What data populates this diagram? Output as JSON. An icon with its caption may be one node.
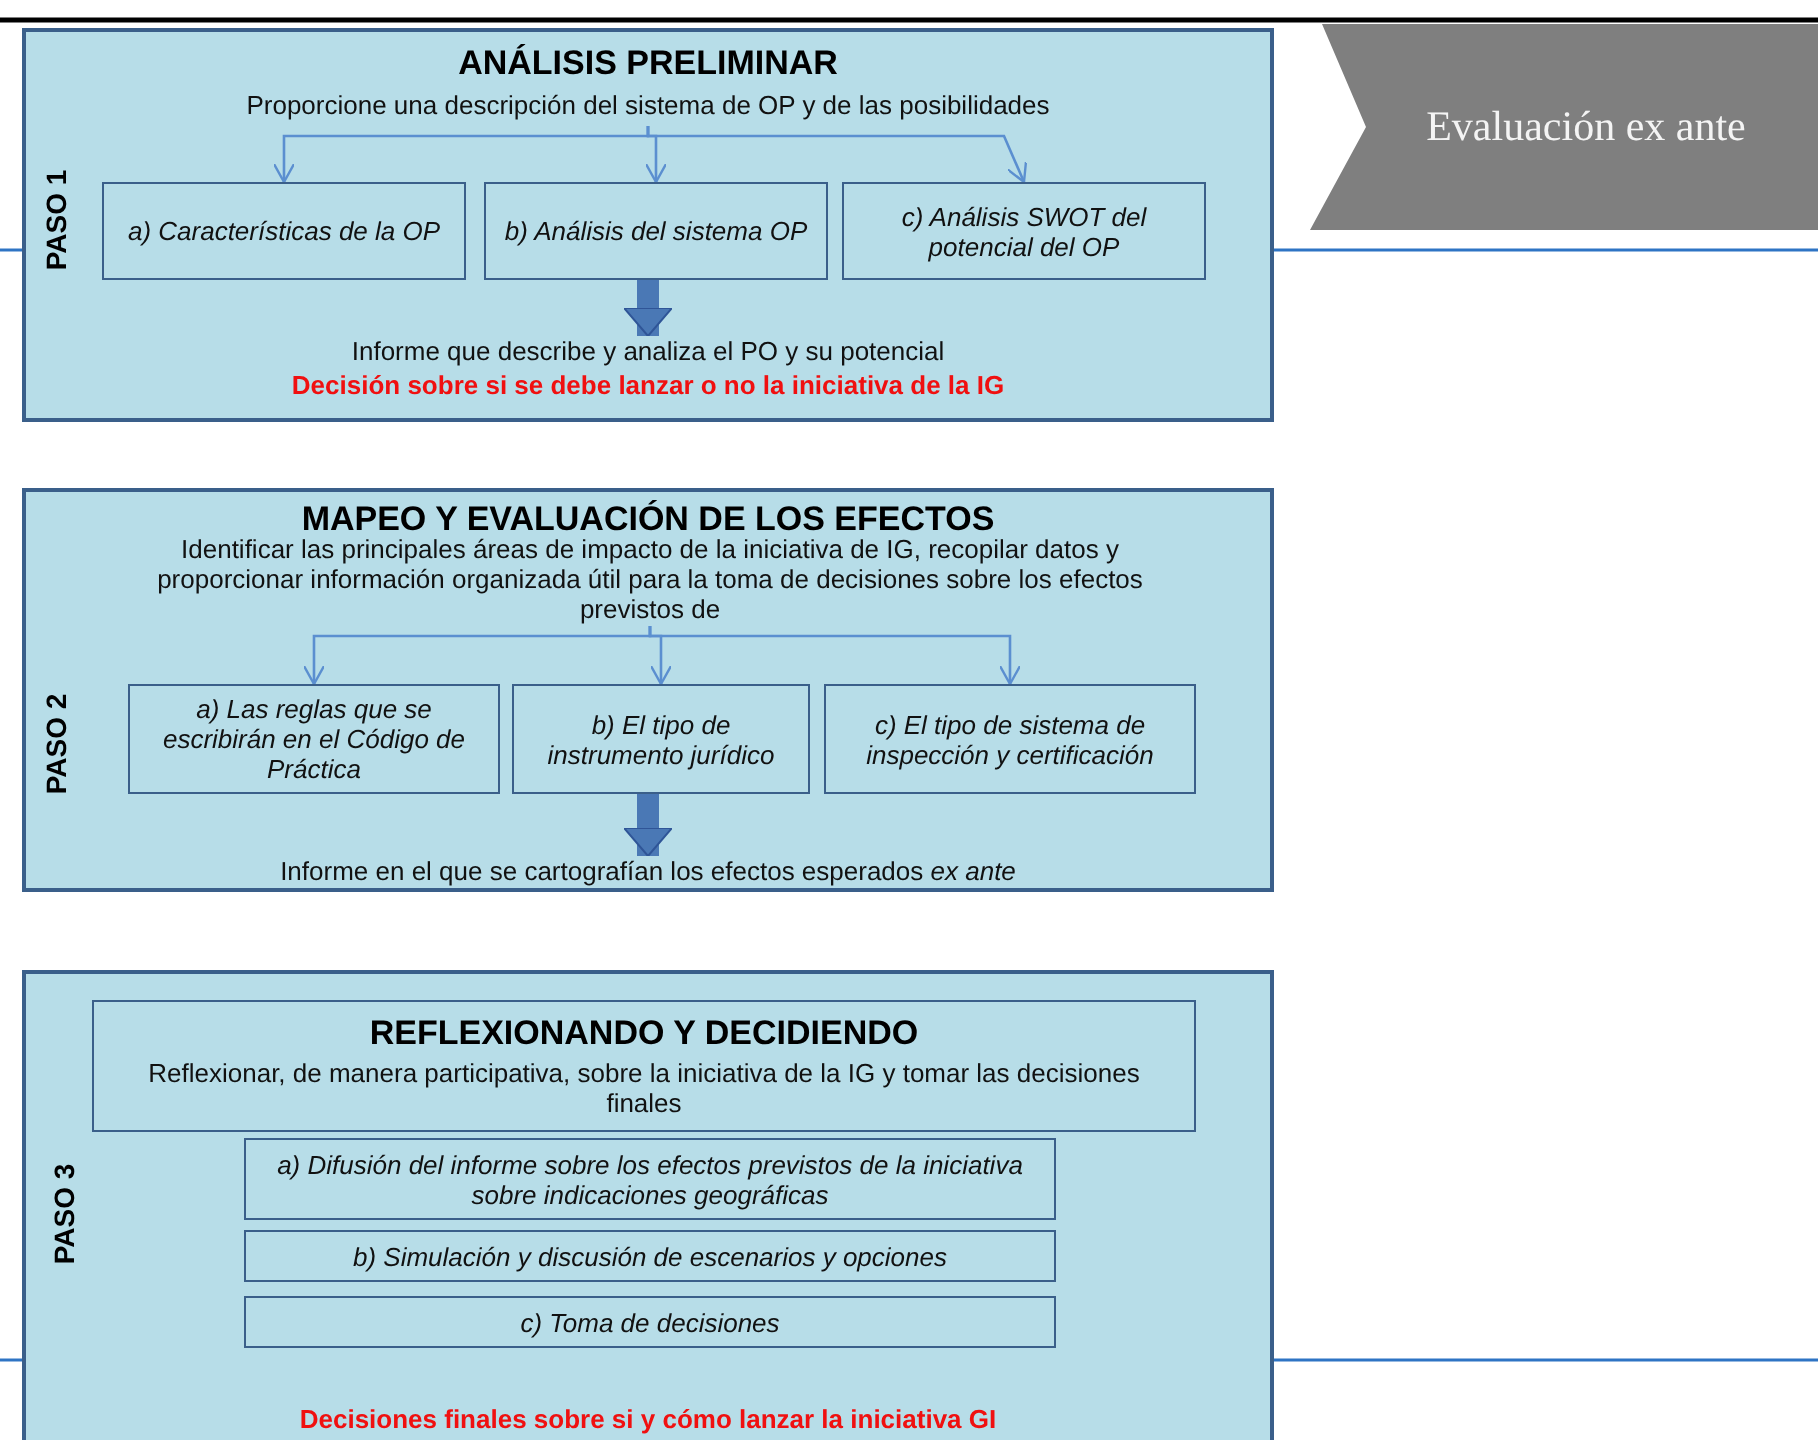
{
  "diagram": {
    "nodes": [
      {
        "text": [
          "ANÁLISIS PRELIMINAR",
          "PASO 1"
        ]
      },
      {
        "text": [
          "Proporcione una descripción del sistema de OP y de las posibilidades"
        ],
        "in": 0
      },
      {
        "text": [
          "a) Características de la OP"
        ],
        "in": 0
      },
      {
        "text": [
          "b) Análisis del sistema OP"
        ],
        "in": 0
      },
      {
        "text": [
          "c) Análisis SWOT del potencial del OP"
        ],
        "in": 0
      },
      {
        "text": [
          "Informe que describe y analiza el PO y su potencial"
        ],
        "in": 0
      },
      {
        "text": [
          "MAPEO Y EVALUACIÓN DE LOS EFECTOS",
          "PASO 2"
        ]
      },
      {
        "text": [
          "Identificar las principales áreas de impacto de la iniciativa de IG, recopilar datos y proporcionar información organizada útil para la toma de decisiones sobre los efectos previstos de"
        ],
        "in": 6
      },
      {
        "text": [
          "a) Las reglas que se escribirán en el Código de Práctica"
        ],
        "in": 6
      },
      {
        "text": [
          "b) El tipo de instrumento jurídico"
        ],
        "in": 6
      },
      {
        "text": [
          "c) El tipo de sistema de inspección y certificación"
        ],
        "in": 6
      },
      {
        "text": [
          "Informe en el que se cartografían los efectos esperados *ex ante*"
        ],
        "in": 6
      },
      {
        "text": [
          "PASO 3"
        ]
      },
      {
        "text": [
          "REFLEXIONANDO Y DECIDIENDO",
          "Reflexionar, de manera participativa, sobre la iniciativa de la IG y tomar las decisiones finales"
        ],
        "in": 12
      },
      {
        "text": [
          "a) Difusión del informe sobre los efectos previstos de la iniciativa sobre indicaciones geográficas"
        ],
        "in": 12
      },
      {
        "text": [
          "b) Simulación y discusión de escenarios y opciones"
        ],
        "in": 12
      },
      {
        "text": [
          "c) Toma de decisiones"
        ],
        "in": 12
      },
      {
        "text": [
          "Evaluación ex ante"
        ]
      }
    ],
    "edges": [
      {
        "from": 1,
        "to": 2,
        "arrow": "to"
      },
      {
        "from": 1,
        "to": 3,
        "arrow": "to"
      },
      {
        "from": 1,
        "to": 4,
        "arrow": "to"
      },
      {
        "from": 3,
        "to": 5,
        "arrow": "to",
        "style": "thick"
      },
      {
        "from": 7,
        "to": 8,
        "arrow": "to"
      },
      {
        "from": 7,
        "to": 9,
        "arrow": "to"
      },
      {
        "from": 7,
        "to": 10,
        "arrow": "to"
      },
      {
        "from": 9,
        "to": 11,
        "arrow": "to",
        "style": "thick"
      }
    ],
    "labels": [
      "Decisión sobre si se debe lanzar o no la iniciativa de la IG",
      "Decisiones finales sobre si y cómo lanzar la iniciativa GI"
    ]
  }
}
